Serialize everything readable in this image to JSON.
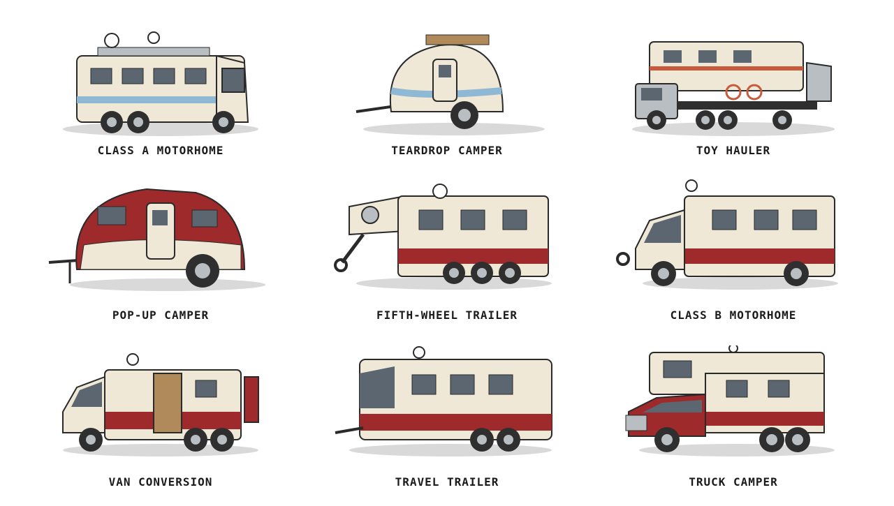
{
  "colors": {
    "cream": "#efe8d6",
    "red": "#9e2a2b",
    "blue": "#8fb8d4",
    "outline": "#2a2a2a",
    "tire": "#2f2f2f",
    "rim": "#b9bec3",
    "glass": "#5b6670",
    "shadow": "#d9d9d9"
  },
  "vehicles": [
    {
      "label": "CLASS A MOTORHOME",
      "icon": "class-a-motorhome-illustration"
    },
    {
      "label": "TEARDROP CAMPER",
      "icon": "teardrop-camper-illustration"
    },
    {
      "label": "TOY HAULER",
      "icon": "toy-hauler-illustration"
    },
    {
      "label": "POP-UP CAMPER",
      "icon": "pop-up-camper-illustration"
    },
    {
      "label": "FIFTH-WHEEL TRAILER",
      "icon": "fifth-wheel-trailer-illustration"
    },
    {
      "label": "CLASS B MOTORHOME",
      "icon": "class-b-motorhome-illustration"
    },
    {
      "label": "VAN CONVERSION",
      "icon": "van-conversion-illustration"
    },
    {
      "label": "TRAVEL TRAILER",
      "icon": "travel-trailer-illustration"
    },
    {
      "label": "TRUCK CAMPER",
      "icon": "truck-camper-illustration"
    }
  ]
}
